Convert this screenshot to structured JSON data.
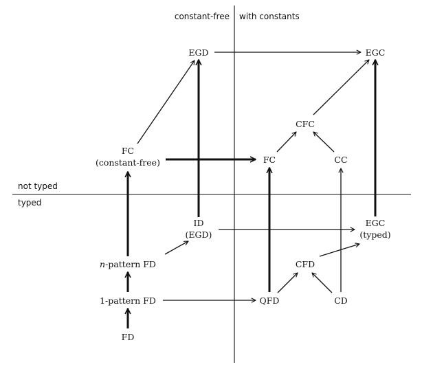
{
  "regions": {
    "top_left": "constant-free",
    "top_right": "with constants",
    "left_upper": "not typed",
    "left_lower": "typed"
  },
  "nodes": {
    "egd": "EGD",
    "egc_top": "EGC",
    "cfc": "CFC",
    "fc_cf_1": "FC",
    "fc_cf_2": "(constant-free)",
    "fc": "FC",
    "cc": "CC",
    "id_1": "ID",
    "id_2": "(EGD)",
    "egc_typed_1": "EGC",
    "egc_typed_2": "(typed)",
    "npattern_italic": "n",
    "npattern_rest": "-pattern FD",
    "cfd": "CFD",
    "onepattern": "1-pattern FD",
    "qfd": "QFD",
    "cd": "CD",
    "fd": "FD"
  }
}
